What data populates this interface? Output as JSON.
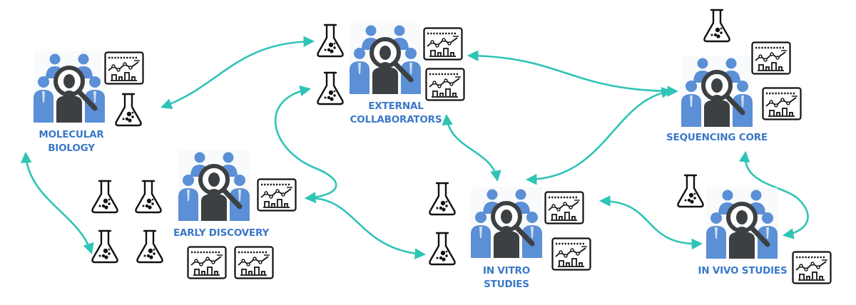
{
  "diagram": {
    "type": "network",
    "colors": {
      "label": "#3a78c9",
      "people": "#5b8fd6",
      "magnifier": "#3d4043",
      "arrow": "#2ec4b6",
      "outline": "#111111"
    },
    "nodes": [
      {
        "id": "molecular-biology",
        "label_lines": [
          "MOLECULAR",
          "BIOLOGY"
        ],
        "icons": [
          "team-search",
          "analytics-chart",
          "flask"
        ]
      },
      {
        "id": "external-collaborators",
        "label_lines": [
          "EXTERNAL",
          "COLLABORATORS"
        ],
        "icons": [
          "flask",
          "flask",
          "team-search",
          "analytics-chart",
          "analytics-chart"
        ]
      },
      {
        "id": "sequencing-core",
        "label_lines": [
          "SEQUENCING CORE"
        ],
        "icons": [
          "flask",
          "team-search",
          "analytics-chart",
          "analytics-chart"
        ]
      },
      {
        "id": "early-discovery",
        "label_lines": [
          "EARLY DISCOVERY"
        ],
        "icons": [
          "flask",
          "flask",
          "flask",
          "flask",
          "team-search",
          "analytics-chart",
          "analytics-chart",
          "analytics-chart"
        ]
      },
      {
        "id": "in-vitro-studies",
        "label_lines": [
          "IN VITRO",
          "STUDIES"
        ],
        "icons": [
          "flask",
          "flask",
          "team-search",
          "analytics-chart",
          "analytics-chart"
        ]
      },
      {
        "id": "in-vivo-studies",
        "label_lines": [
          "IN VIVO STUDIES"
        ],
        "icons": [
          "flask",
          "team-search",
          "analytics-chart"
        ]
      }
    ],
    "edges": [
      {
        "from": "molecular-biology",
        "to": "external-collaborators",
        "bidirectional": true
      },
      {
        "from": "molecular-biology",
        "to": "early-discovery",
        "bidirectional": true
      },
      {
        "from": "external-collaborators",
        "to": "early-discovery",
        "bidirectional": true
      },
      {
        "from": "external-collaborators",
        "to": "sequencing-core",
        "bidirectional": true
      },
      {
        "from": "external-collaborators",
        "to": "in-vitro-studies",
        "bidirectional": true
      },
      {
        "from": "sequencing-core",
        "to": "in-vitro-studies",
        "bidirectional": true
      },
      {
        "from": "early-discovery",
        "to": "in-vitro-studies",
        "bidirectional": true
      },
      {
        "from": "in-vitro-studies",
        "to": "in-vivo-studies",
        "bidirectional": true
      },
      {
        "from": "sequencing-core",
        "to": "in-vivo-studies",
        "bidirectional": true
      }
    ]
  }
}
